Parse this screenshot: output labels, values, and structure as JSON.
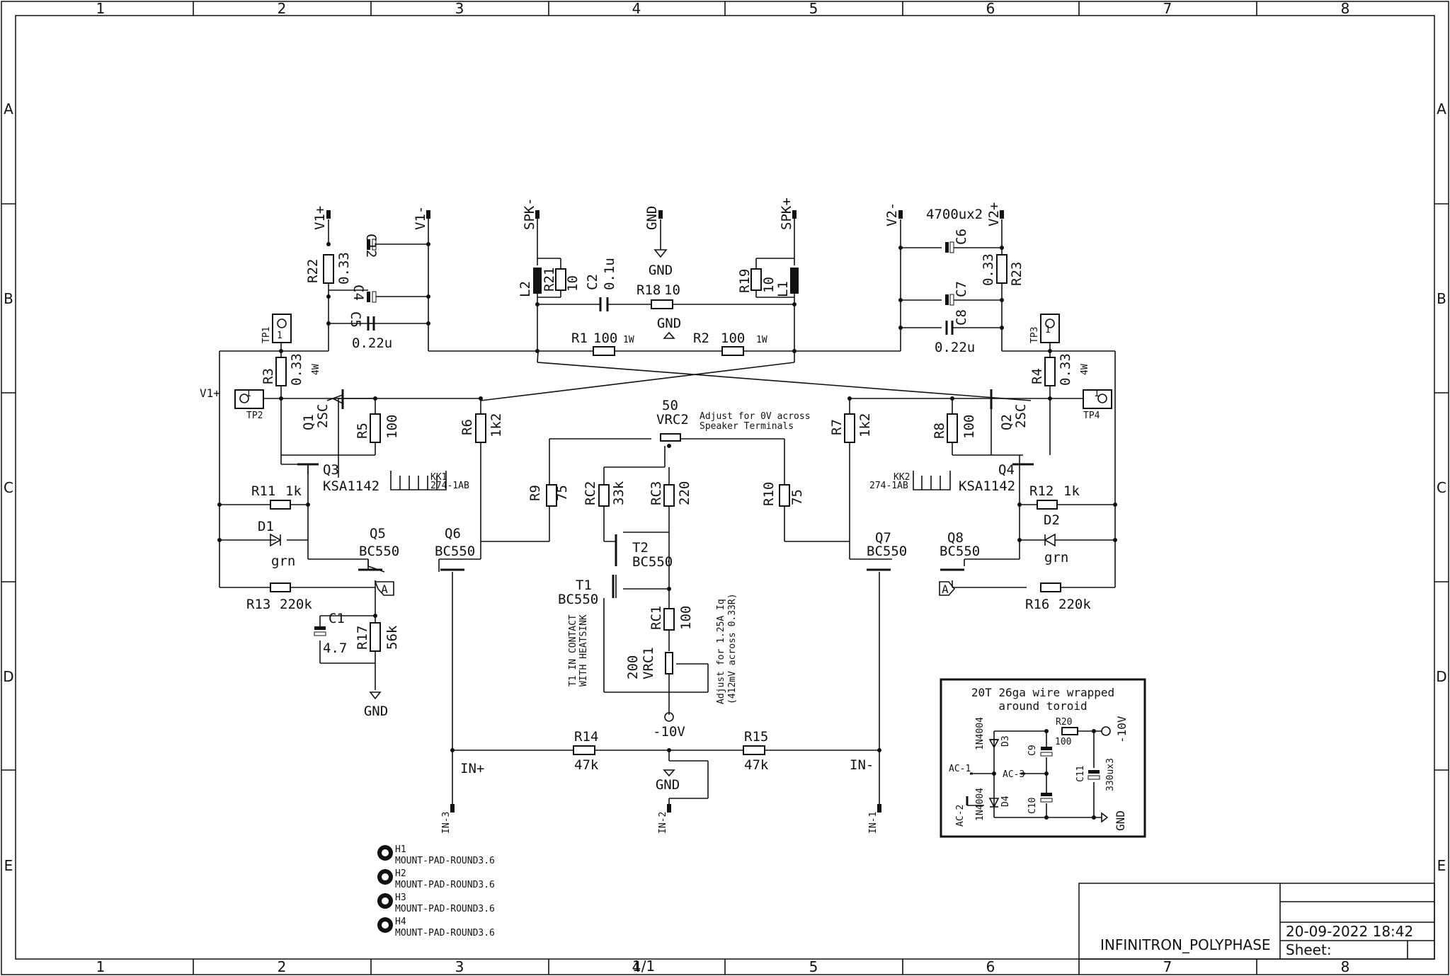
{
  "frame": {
    "columns": [
      "1",
      "2",
      "3",
      "4",
      "5",
      "6",
      "7",
      "8"
    ],
    "rows": [
      "A",
      "B",
      "C",
      "D",
      "E"
    ]
  },
  "title_block": {
    "title": "INFINITRON_POLYPHASE",
    "date": "20-09-2022 18:42",
    "sheet_label": "Sheet:",
    "sheet_number": "1/1"
  },
  "power": {
    "v1p": "V1+",
    "v1m": "V1-",
    "spk_m": "SPK-",
    "gnd_top": "GND",
    "gnd_top_lbl": "GND",
    "spk_p": "SPK+",
    "v2m": "V2-",
    "v2p": "V2+",
    "v1p_side": "V1+"
  },
  "parts": {
    "r22": {
      "ref": "R22",
      "val": "0.33"
    },
    "c12": {
      "ref": "C12"
    },
    "c4": {
      "ref": "C4"
    },
    "c5": {
      "ref": "C5",
      "val": "0.22u"
    },
    "l2": {
      "ref": "L2"
    },
    "r21": {
      "ref": "R21",
      "val": "10"
    },
    "c2": {
      "ref": "C2",
      "val": "0.1u"
    },
    "r18": {
      "ref": "R18",
      "val": "10"
    },
    "r19": {
      "ref": "R19",
      "val": "10"
    },
    "l1": {
      "ref": "L1"
    },
    "c6": {
      "ref": "C6",
      "val": "4700ux2"
    },
    "c7": {
      "ref": "C7"
    },
    "r23": {
      "ref": "R23",
      "val": "0.33"
    },
    "c8": {
      "ref": "C8",
      "val": "0.22u"
    },
    "r1": {
      "ref": "R1",
      "val": "100",
      "pw": "1W"
    },
    "r2": {
      "ref": "R2",
      "val": "100",
      "pw": "1W"
    },
    "gnd_mid": "GND",
    "tp1": "TP1",
    "tp2": "TP2",
    "tp3": "TP3",
    "tp4": "TP4",
    "r3": {
      "ref": "R3",
      "val": "0.33",
      "pw": "4W"
    },
    "r4": {
      "ref": "R4",
      "val": "0.33",
      "pw": "4W"
    },
    "q1": {
      "ref": "Q1",
      "val": "2SC"
    },
    "q2": {
      "ref": "Q2",
      "val": "2SC"
    },
    "r5": {
      "ref": "R5",
      "val": "100"
    },
    "r8": {
      "ref": "R8",
      "val": "100"
    },
    "r6": {
      "ref": "R6",
      "val": "1k2"
    },
    "r7": {
      "ref": "R7",
      "val": "1k2"
    },
    "q3": {
      "ref": "Q3",
      "val": "KSA1142"
    },
    "q4": {
      "ref": "Q4",
      "val": "KSA1142"
    },
    "kk1": {
      "ref": "KK1",
      "val": "274-1AB"
    },
    "kk2": {
      "ref": "KK2",
      "val": "274-1AB"
    },
    "vrc2": {
      "ref": "VRC2",
      "val": "50",
      "note1": "Adjust for 0V across",
      "note2": "Speaker Terminals"
    },
    "r9": {
      "ref": "R9",
      "val": "75"
    },
    "r10": {
      "ref": "R10",
      "val": "75"
    },
    "rc2": {
      "ref": "RC2",
      "val": "33k"
    },
    "rc3": {
      "ref": "RC3",
      "val": "220"
    },
    "r11": {
      "ref": "R11",
      "val": "1k"
    },
    "r12": {
      "ref": "R12",
      "val": "1k"
    },
    "d1": {
      "ref": "D1",
      "val": "grn"
    },
    "d2": {
      "ref": "D2",
      "val": "grn"
    },
    "q5": {
      "ref": "Q5",
      "val": "BC550"
    },
    "q6": {
      "ref": "Q6",
      "val": "BC550"
    },
    "q7": {
      "ref": "Q7",
      "val": "BC550"
    },
    "q8": {
      "ref": "Q8",
      "val": "BC550"
    },
    "t1": {
      "ref": "T1",
      "val": "BC550",
      "note1": "T1 IN CONTACT",
      "note2": "WITH HEATSINK"
    },
    "t2": {
      "ref": "T2",
      "val": "BC550"
    },
    "r13": {
      "ref": "R13",
      "val": "220k"
    },
    "r16": {
      "ref": "R16",
      "val": "220k"
    },
    "c1": {
      "ref": "C1",
      "val": "4.7"
    },
    "r17": {
      "ref": "R17",
      "val": "56k"
    },
    "gnd_left": "GND",
    "rc1": {
      "ref": "RC1",
      "val": "100"
    },
    "vrc1": {
      "ref": "VRC1",
      "val": "200",
      "note1": "Adjust for 1.25A Iq",
      "note2": "(412mV across 0.33R)"
    },
    "neg10": "-10V",
    "r14": {
      "ref": "R14",
      "val": "47k"
    },
    "r15": {
      "ref": "R15",
      "val": "47k"
    },
    "in_p": "IN+",
    "in_m": "IN-",
    "gnd_bottom": "GND",
    "in3": "IN-3",
    "in2": "IN-2",
    "in1": "IN-1",
    "hole_label": "MOUNT-PAD-ROUND3.6",
    "h1": "H1",
    "h2": "H2",
    "h3": "H3",
    "h4": "H4",
    "port_a": "A"
  },
  "supply_box": {
    "title1": "20T 26ga wire wrapped",
    "title2": "around toroid",
    "d3": {
      "ref": "D3",
      "val": "1N4004"
    },
    "d4": {
      "ref": "D4",
      "val": "1N4004"
    },
    "r20": {
      "ref": "R20",
      "val": "100"
    },
    "c9": {
      "ref": "C9"
    },
    "c10": {
      "ref": "C10"
    },
    "c11": {
      "ref": "C11",
      "val": "330ux3"
    },
    "ac1": "AC-1",
    "ac2": "AC-2",
    "ac3": "AC-3",
    "neg10": "-10V",
    "gnd": "GND"
  }
}
